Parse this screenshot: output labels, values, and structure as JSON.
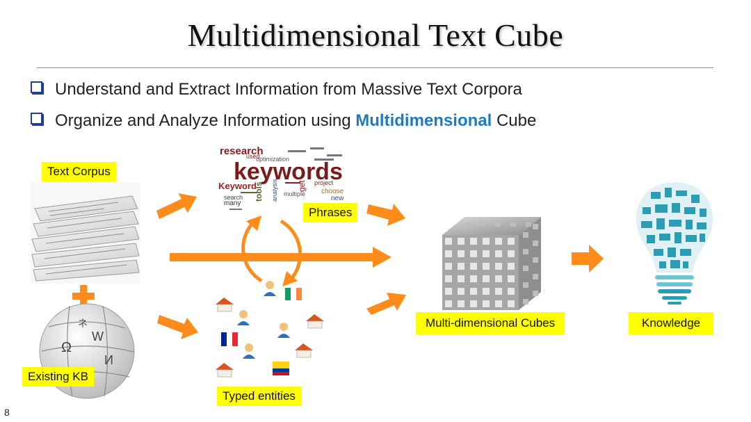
{
  "slide": {
    "title": "Multidimensional  Text Cube",
    "page_number": "8",
    "bullets": [
      {
        "text": "Understand and Extract Information from Massive Text Corpora"
      },
      {
        "before": "Organize and Analyze Information using ",
        "highlight": "Multidimensional",
        "after": " Cube"
      }
    ],
    "highlight_color": "#1f7bc1",
    "accent_color": "#ff8c1a",
    "label_color": "#ffff00"
  },
  "diagram": {
    "labels": {
      "text_corpus": "Text Corpus",
      "existing_kb": "Existing KB",
      "phrases": "Phrases",
      "typed_entities": "Typed entities",
      "cubes": "Multi-dimensional  Cubes",
      "knowledge": "Knowledge"
    },
    "word_cloud": {
      "main": "keywords",
      "words": [
        "research",
        "optimization",
        "Keyword",
        "tools",
        "analysis",
        "search",
        "many",
        "multiple",
        "project",
        "choose",
        "new",
        "get",
        "used"
      ]
    },
    "icons": [
      "newspaper-stack-image",
      "wikipedia-globe-image",
      "keywords-cloud-image",
      "cube-grid-image",
      "lightbulb-icon",
      "house-icon",
      "person-icon",
      "flag-icon"
    ]
  }
}
